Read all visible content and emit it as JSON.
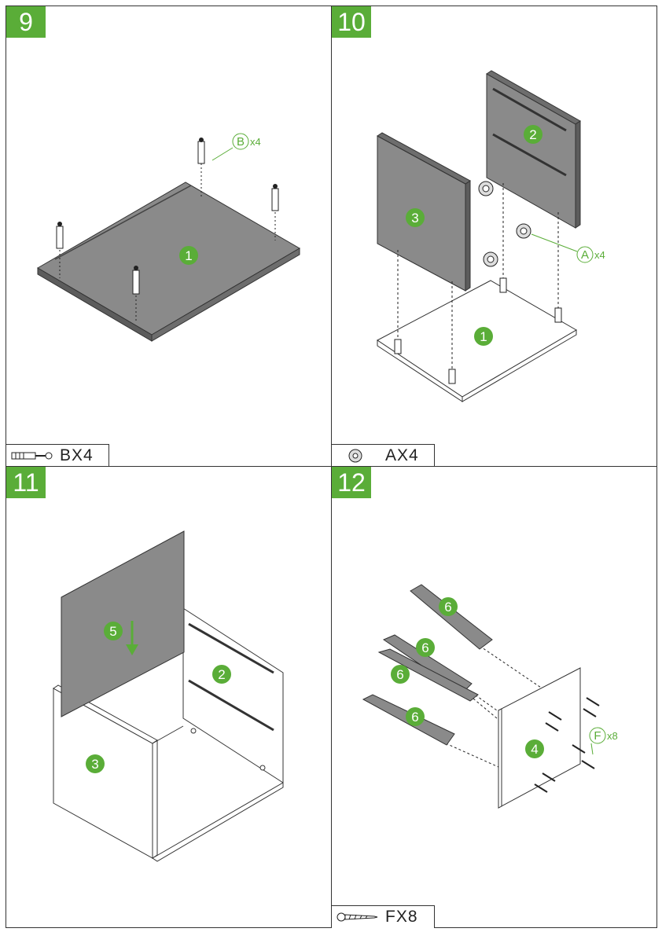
{
  "steps": [
    {
      "number": "9",
      "legend": "BX4",
      "parts": [
        "1"
      ],
      "callouts": [
        {
          "letter": "B",
          "qty": "x4"
        }
      ],
      "icon": "cam-bolt-icon"
    },
    {
      "number": "10",
      "legend": "AX4",
      "parts": [
        "2",
        "3",
        "1"
      ],
      "callouts": [
        {
          "letter": "A",
          "qty": "x4"
        }
      ],
      "icon": "cam-lock-icon"
    },
    {
      "number": "11",
      "legend": "",
      "parts": [
        "5",
        "2",
        "3"
      ],
      "callouts": [],
      "icon": "down-arrow-icon"
    },
    {
      "number": "12",
      "legend": "FX8",
      "parts": [
        "6",
        "6",
        "6",
        "6",
        "4"
      ],
      "callouts": [
        {
          "letter": "F",
          "qty": "x8"
        }
      ],
      "icon": "screw-icon"
    }
  ],
  "colors": {
    "accent": "#5aad38",
    "panel_gray": "#8a8a8a",
    "panel_dark": "#5c5c5c",
    "line": "#333333"
  }
}
